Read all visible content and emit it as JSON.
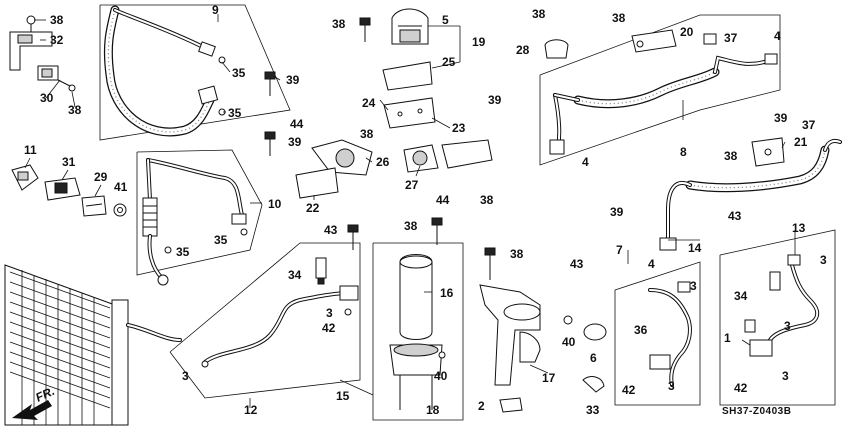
{
  "diagram_code": "SH37-Z0403B",
  "direction_label": "FR.",
  "callout_labels": {
    "c1": "38",
    "c2": "32",
    "c3": "30",
    "c4": "38",
    "c5": "9",
    "c6": "35",
    "c7": "35",
    "c8": "39",
    "c9": "38",
    "c10": "5",
    "c11": "19",
    "c12": "25",
    "c13": "24",
    "c14": "23",
    "c15": "44",
    "c16": "38",
    "c17": "39",
    "c18": "26",
    "c19": "27",
    "c20": "22",
    "c21": "44",
    "c22": "38",
    "c23": "38",
    "c24": "28",
    "c25": "38",
    "c26": "20",
    "c27": "37",
    "c28": "4",
    "c29": "39",
    "c30": "4",
    "c31": "8",
    "c32": "39",
    "c33": "21",
    "c34": "38",
    "c35": "37",
    "c36": "11",
    "c37": "31",
    "c38": "29",
    "c39": "41",
    "c40": "10",
    "c41": "35",
    "c42": "35",
    "c43": "43",
    "c44": "34",
    "c45": "3",
    "c46": "42",
    "c47": "3",
    "c48": "12",
    "c49": "38",
    "c50": "16",
    "c51": "40",
    "c52": "15",
    "c53": "18",
    "c54": "38",
    "c55": "40",
    "c56": "17",
    "c57": "2",
    "c58": "33",
    "c59": "6",
    "c60": "39",
    "c61": "43",
    "c62": "7",
    "c63": "43",
    "c64": "4",
    "c65": "14",
    "c66": "36",
    "c67": "3",
    "c68": "42",
    "c69": "3",
    "c70": "13",
    "c71": "3",
    "c72": "34",
    "c73": "1",
    "c74": "3",
    "c75": "42",
    "c76": "3"
  }
}
